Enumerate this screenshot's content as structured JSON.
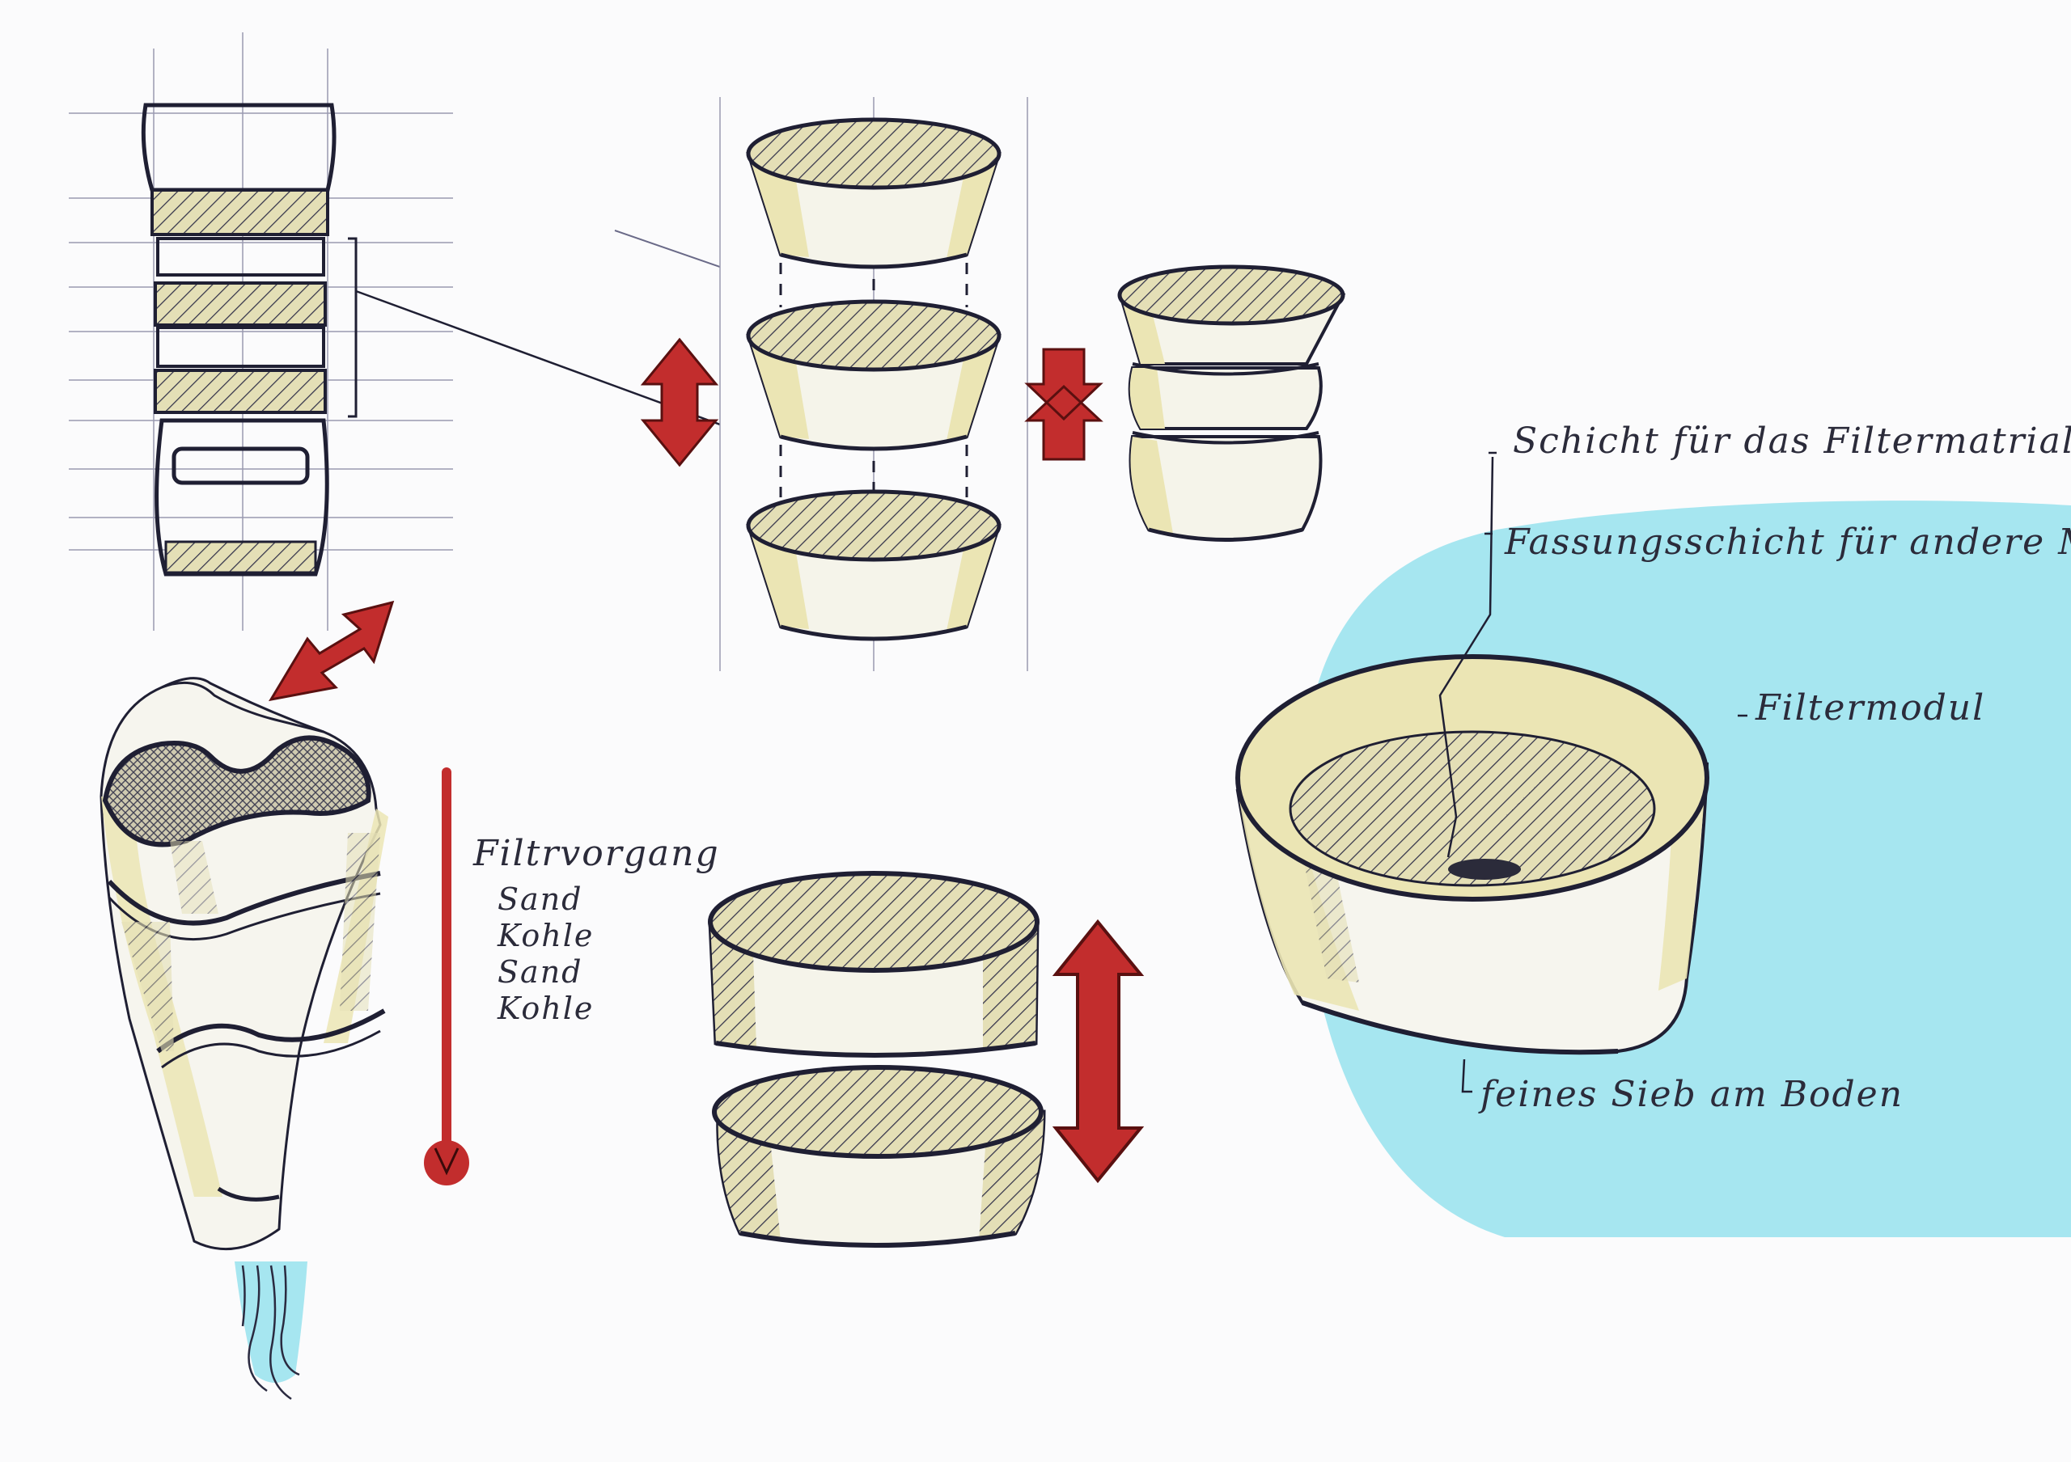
{
  "colors": {
    "ink": "#1f1f33",
    "accent_red": "#c22d2d",
    "fill_cream": "#ebe5b4",
    "water_blue": "#a6e6f0",
    "paper": "#fbfbfc"
  },
  "labels": {
    "filter_layer": "Schicht für das Filtermatrial",
    "mount_layer": "Fassungsschicht für andere Mod",
    "filter_module": "Filtermodul",
    "sieve": "feines Sieb am Boden"
  },
  "process": {
    "title": "Filtrvorgang",
    "materials": [
      "Sand",
      "Kohle",
      "Sand",
      "Kohle"
    ]
  }
}
